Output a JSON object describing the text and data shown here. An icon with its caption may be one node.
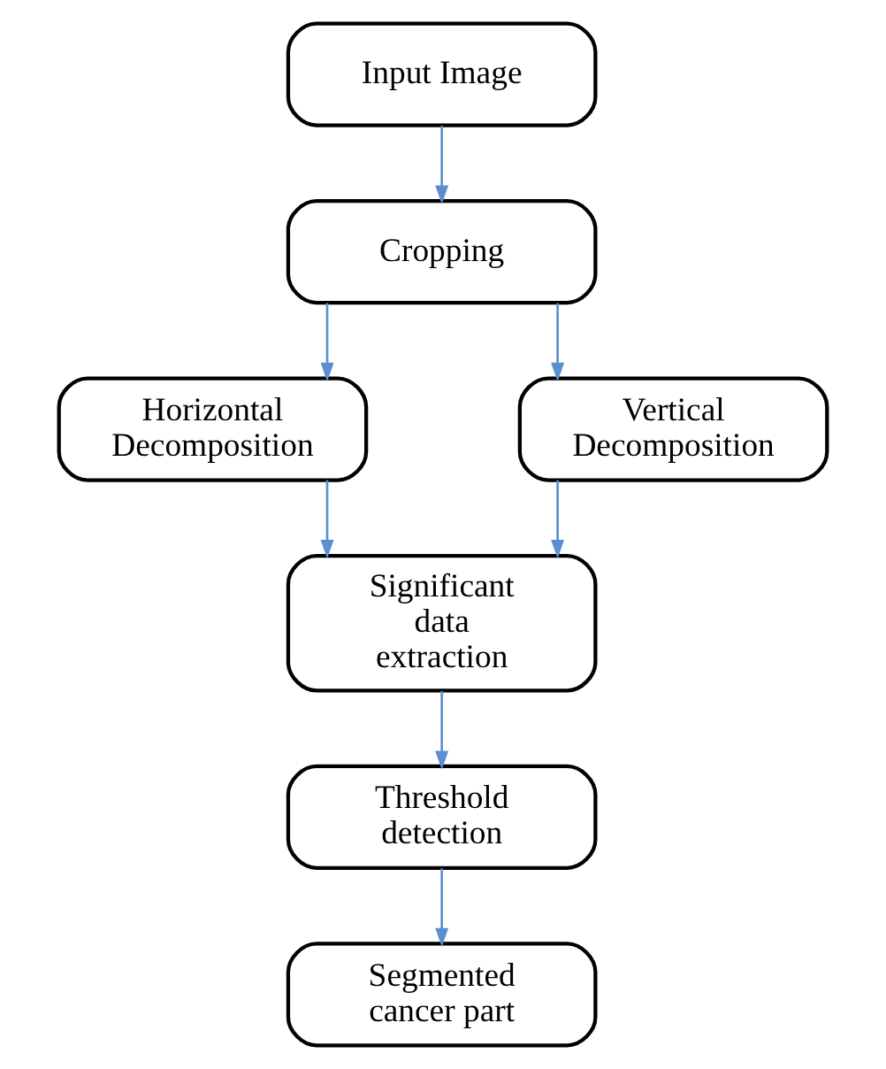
{
  "diagram": {
    "nodes": [
      {
        "text": [
          "Input Image"
        ]
      },
      {
        "text": [
          "Cropping"
        ]
      },
      {
        "text": [
          "Horizontal Decomposition"
        ]
      },
      {
        "text": [
          "Vertical Decomposition"
        ]
      },
      {
        "text": [
          "Significant data extraction"
        ]
      },
      {
        "text": [
          "Threshold detection"
        ]
      },
      {
        "text": [
          "Segmented cancer part"
        ]
      }
    ],
    "edges": [
      {
        "from": 0,
        "to": 1,
        "arrow": "to"
      },
      {
        "from": 1,
        "to": 2,
        "arrow": "to"
      },
      {
        "from": 1,
        "to": 3,
        "arrow": "to"
      },
      {
        "from": 2,
        "to": 4,
        "arrow": "to"
      },
      {
        "from": 3,
        "to": 4,
        "arrow": "to"
      },
      {
        "from": 4,
        "to": 5,
        "arrow": "to"
      },
      {
        "from": 5,
        "to": 6,
        "arrow": "to"
      }
    ]
  }
}
